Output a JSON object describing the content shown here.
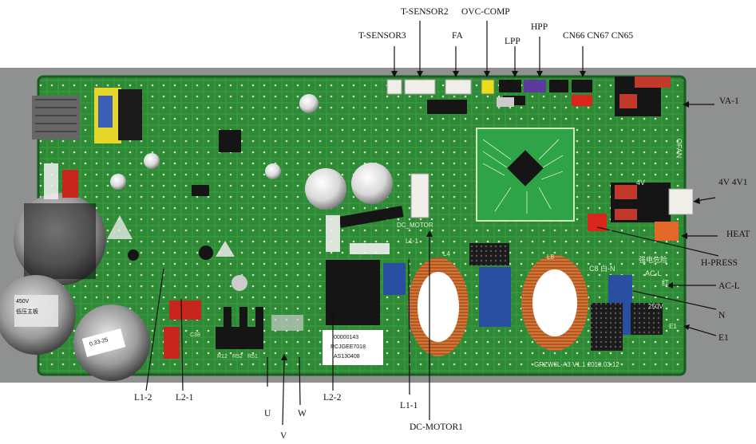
{
  "labels": {
    "t_sensor2": "T-SENSOR2",
    "ovc_comp": "OVC-COMP",
    "hpp": "HPP",
    "t_sensor3": "T-SENSOR3",
    "fa": "FA",
    "lpp": "LPP",
    "cn66_cn67_cn65": "CN66 CN67 CN65",
    "va_1": "VA-1",
    "four_v": "4V 4V1",
    "heat": "HEAT",
    "h_press": "H-PRESS",
    "ac_l": "AC-L",
    "n": "N",
    "e1": "E1",
    "l1_2": "L1-2",
    "l2_1": "L2-1",
    "u": "U",
    "v": "V",
    "w": "W",
    "l2_2": "L2-2",
    "l1_1": "L1-1",
    "dc_motor1": "DC-MOTOR1"
  },
  "board_text": {
    "right_vertical": "OFAN",
    "four_v_silk": "4V",
    "ac_l_silk": "AC-L",
    "cn_red": "C8 白-N",
    "chinese_silk": "强电危险",
    "red_label": "红",
    "voltage": "250V",
    "e1_silk": "E1",
    "brand": "GRZW6L-A3 V1.1 2010.03.12",
    "dc_motor_silk": "DC_MOTOR",
    "l1_silk": "L1-1",
    "l4_silk": "L4",
    "l8_silk": "L8",
    "cap_left_a": "450V",
    "cap_left_b": "低压主板",
    "cap_left_c": "0.33-25",
    "sticker_a": "00000143",
    "sticker_b": "RCJGEE7018",
    "sticker_c": "AS130408",
    "r_codes": [
      "R12",
      "R52",
      "R51"
    ],
    "c38": "C38"
  },
  "colors": {
    "board": "#2e8a35",
    "board_dark": "#1d6a26",
    "copper": "#c56a2a",
    "white_connector": "#efeee8",
    "red_connector": "#d8261c",
    "yellow_connector": "#e6df1a",
    "purple_connector": "#5b3b9c",
    "black": "#141414"
  }
}
